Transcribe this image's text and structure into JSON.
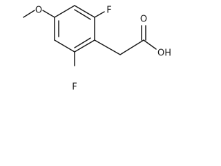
{
  "molecule": {
    "atoms": {
      "o_methoxy": "O",
      "f_top": "F",
      "f_bottom": "F",
      "o_carbonyl": "O",
      "oh": "OH"
    }
  }
}
